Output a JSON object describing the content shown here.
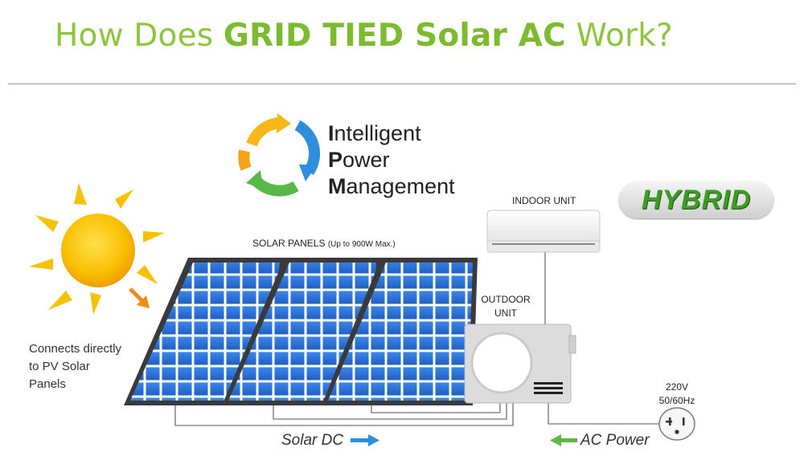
{
  "title": {
    "prefix": "How Does ",
    "bold": "GRID TIED Solar AC",
    "suffix": " Work?"
  },
  "ipm": {
    "line1_cap": "I",
    "line1_rest": "ntelligent",
    "line2_cap": "P",
    "line2_rest": "ower",
    "line3_cap": "M",
    "line3_rest": "anagement"
  },
  "badge": "HYBRID",
  "solar_panels": {
    "label": "SOLAR PANELS",
    "note": "(Up to 900W Max.)"
  },
  "indoor_unit": "INDOOR UNIT",
  "outdoor_unit": {
    "line1": "OUTDOOR",
    "line2": "UNIT"
  },
  "connects_note": {
    "line1": "Connects directly",
    "line2": "to PV Solar",
    "line3": "Panels"
  },
  "outlet": {
    "voltage": "220V",
    "frequency": "50/60Hz"
  },
  "flows": {
    "solar_dc": "Solar DC",
    "ac_power": "AC Power"
  },
  "colors": {
    "title_green": "#8cc63f",
    "panel_blue": "#2f6fd0",
    "arrow_blue": "#2b8fe0",
    "arrow_green": "#5cb848",
    "sun_yellow": "#f6b800"
  }
}
